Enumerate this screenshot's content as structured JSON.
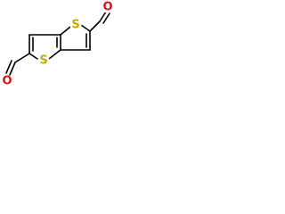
{
  "molecule": {
    "atoms": [
      {
        "element": "S",
        "color": "#C8A800"
      },
      {
        "element": "S",
        "color": "#C8A800"
      },
      {
        "element": "O",
        "color": "#E01010"
      },
      {
        "element": "O",
        "color": "#E01010"
      }
    ]
  }
}
